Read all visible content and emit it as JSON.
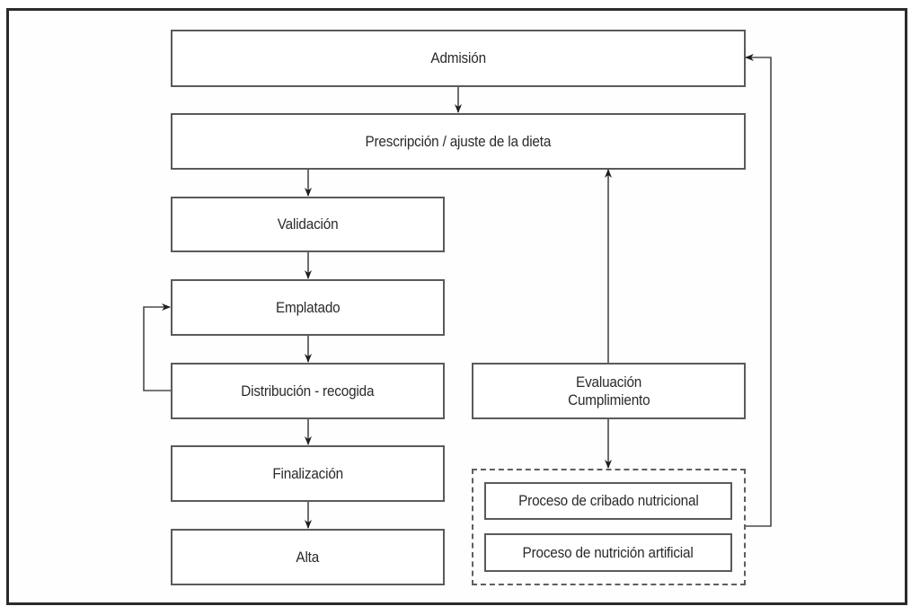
{
  "diagram": {
    "type": "flowchart",
    "nodes": {
      "admision": "Admisión",
      "prescripcion": "Prescripción / ajuste de la dieta",
      "validacion": "Validación",
      "emplatado": "Emplatado",
      "distribucion": "Distribución - recogida",
      "finalizacion": "Finalización",
      "alta": "Alta",
      "evaluacion_line1": "Evaluación",
      "evaluacion_line2": "Cumplimiento",
      "cribado": "Proceso de cribado nutricional",
      "nutricion_artificial": "Proceso de nutrición artificial"
    },
    "edges": [
      {
        "from": "Admisión",
        "to": "Prescripción / ajuste de la dieta"
      },
      {
        "from": "Prescripción / ajuste de la dieta",
        "to": "Validación"
      },
      {
        "from": "Validación",
        "to": "Emplatado"
      },
      {
        "from": "Emplatado",
        "to": "Distribución - recogida"
      },
      {
        "from": "Distribución - recogida",
        "to": "Emplatado",
        "style": "loop-back"
      },
      {
        "from": "Distribución - recogida",
        "to": "Finalización"
      },
      {
        "from": "Finalización",
        "to": "Alta"
      },
      {
        "from": "Evaluación Cumplimiento",
        "to": "Prescripción / ajuste de la dieta"
      },
      {
        "from": "Evaluación Cumplimiento",
        "to": "Procesos nutricionales (grupo)"
      },
      {
        "from": "Procesos nutricionales (grupo)",
        "to": "Admisión",
        "style": "feedback"
      }
    ],
    "colors": {
      "frame": "#2b2b2b",
      "box_border": "#5a5a5a",
      "text": "#2a2a2a",
      "arrow": "#1e1e1e"
    }
  }
}
